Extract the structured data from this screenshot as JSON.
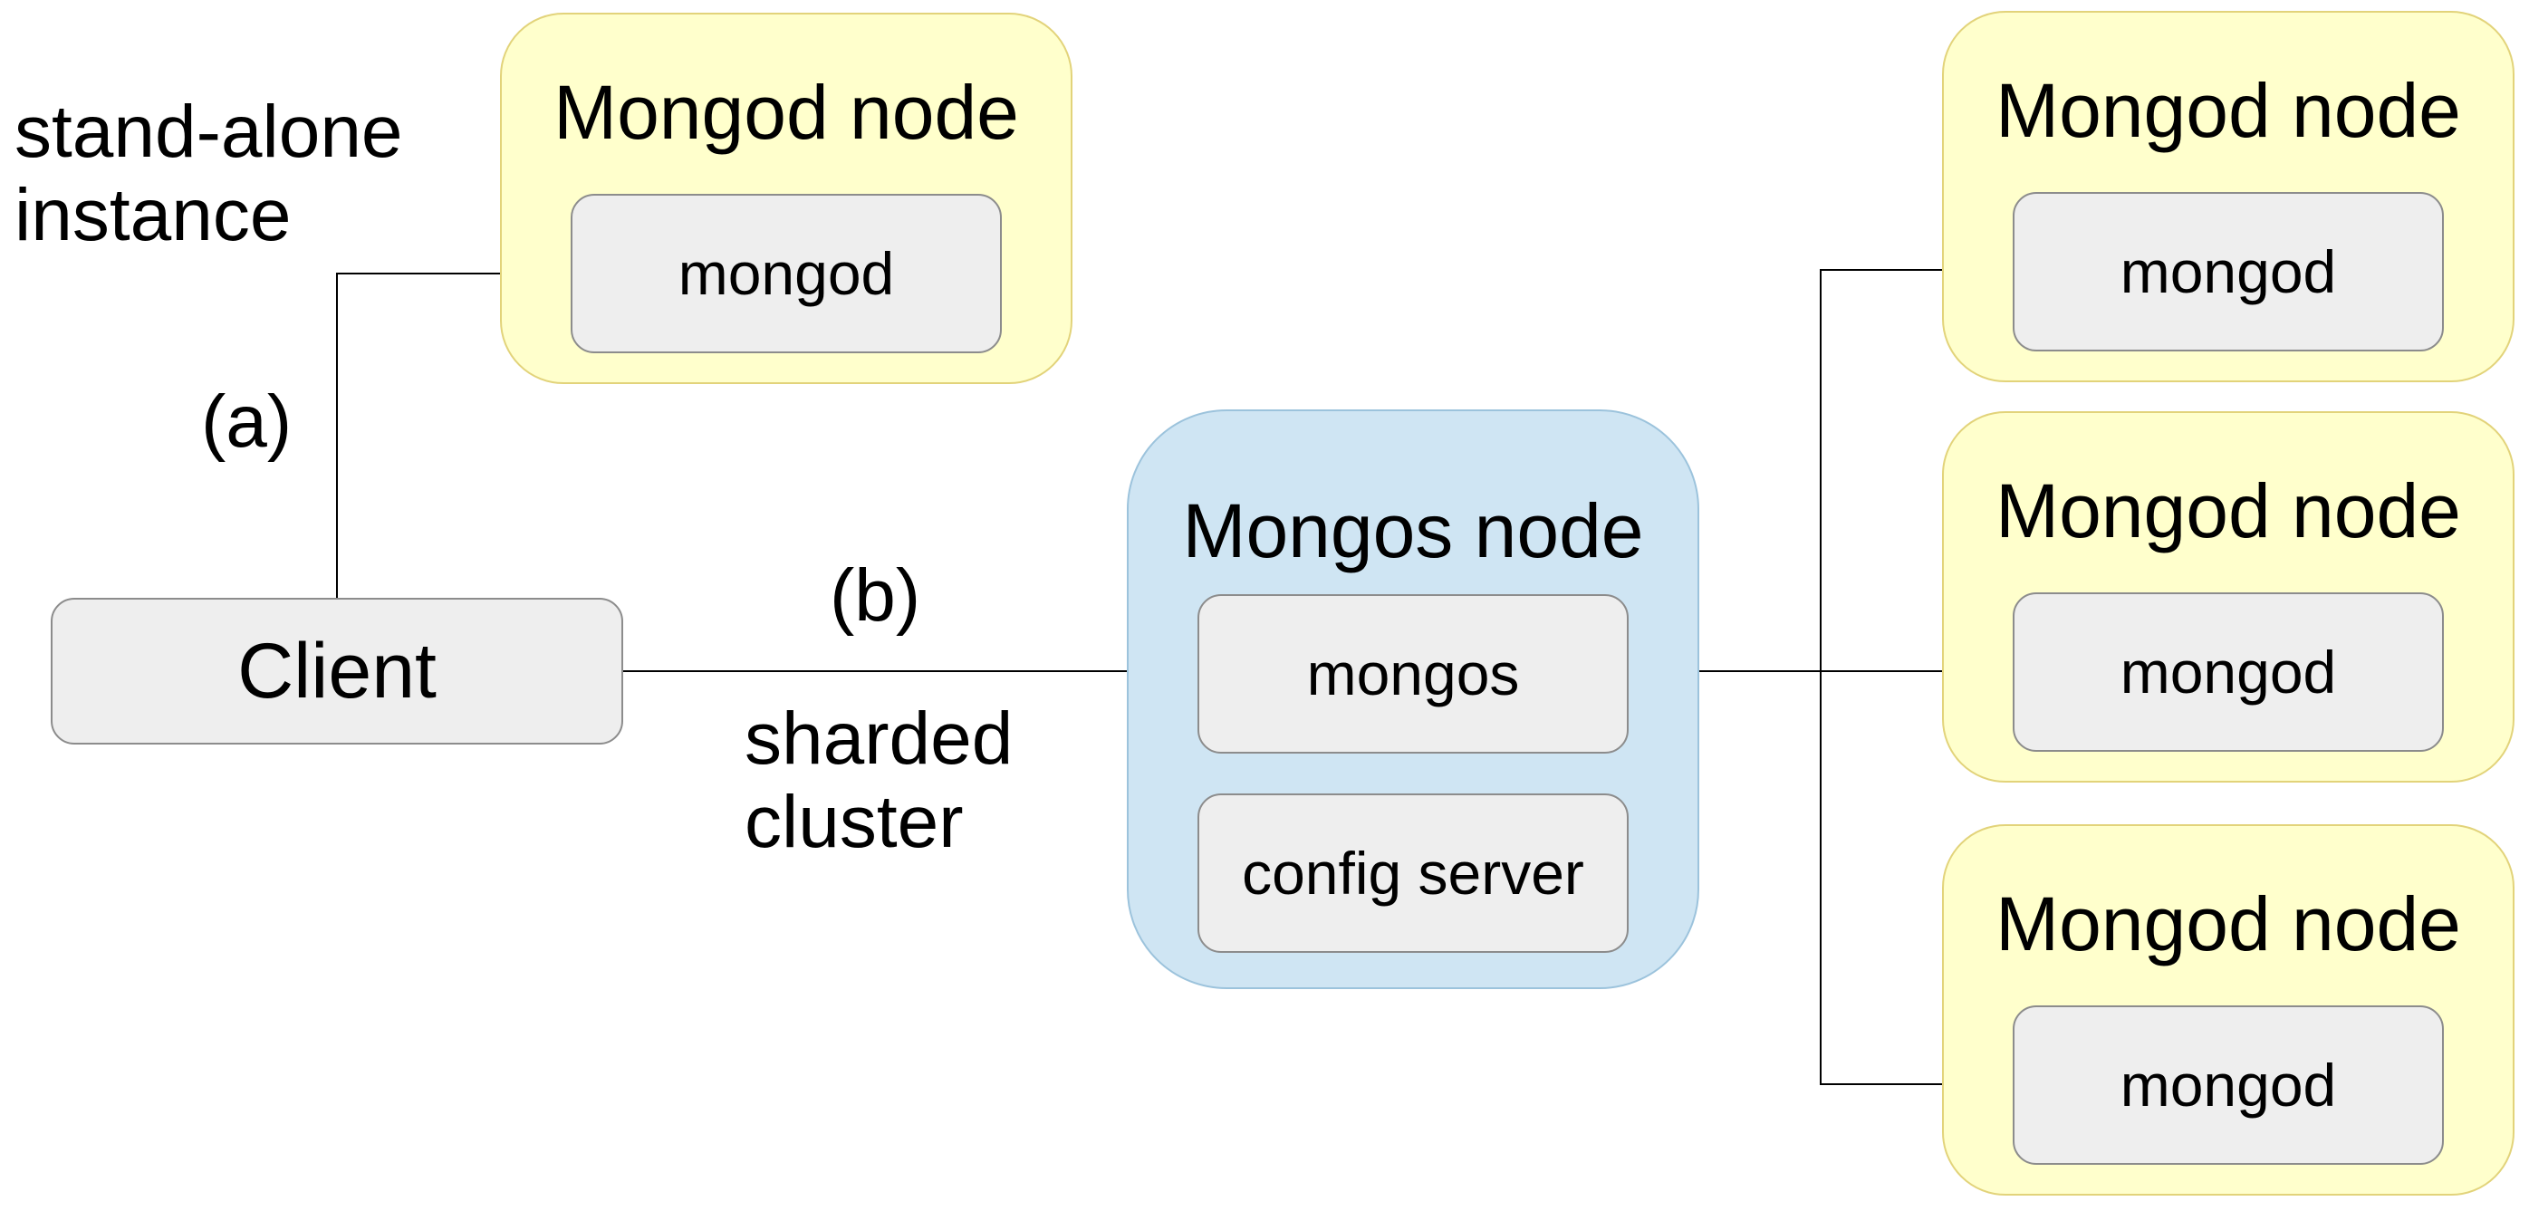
{
  "standalone": {
    "caption_line1": "stand-alone",
    "caption_line2": "instance",
    "path_label": "(a)",
    "node_title": "Mongod node",
    "process_label": "mongod"
  },
  "sharded": {
    "caption_line1": "sharded",
    "caption_line2": "cluster",
    "path_label": "(b)"
  },
  "client": {
    "label": "Client"
  },
  "mongos_node": {
    "title": "Mongos node",
    "router_label": "mongos",
    "config_label": "config server"
  },
  "shards": [
    {
      "node_title": "Mongod node",
      "process_label": "mongod"
    },
    {
      "node_title": "Mongod node",
      "process_label": "mongod"
    },
    {
      "node_title": "Mongod node",
      "process_label": "mongod"
    }
  ],
  "colors": {
    "mongod_node_fill": "#ffffcc",
    "mongos_node_fill": "#cfe5f3",
    "process_fill": "#eeeeee",
    "connector": "#000000"
  }
}
